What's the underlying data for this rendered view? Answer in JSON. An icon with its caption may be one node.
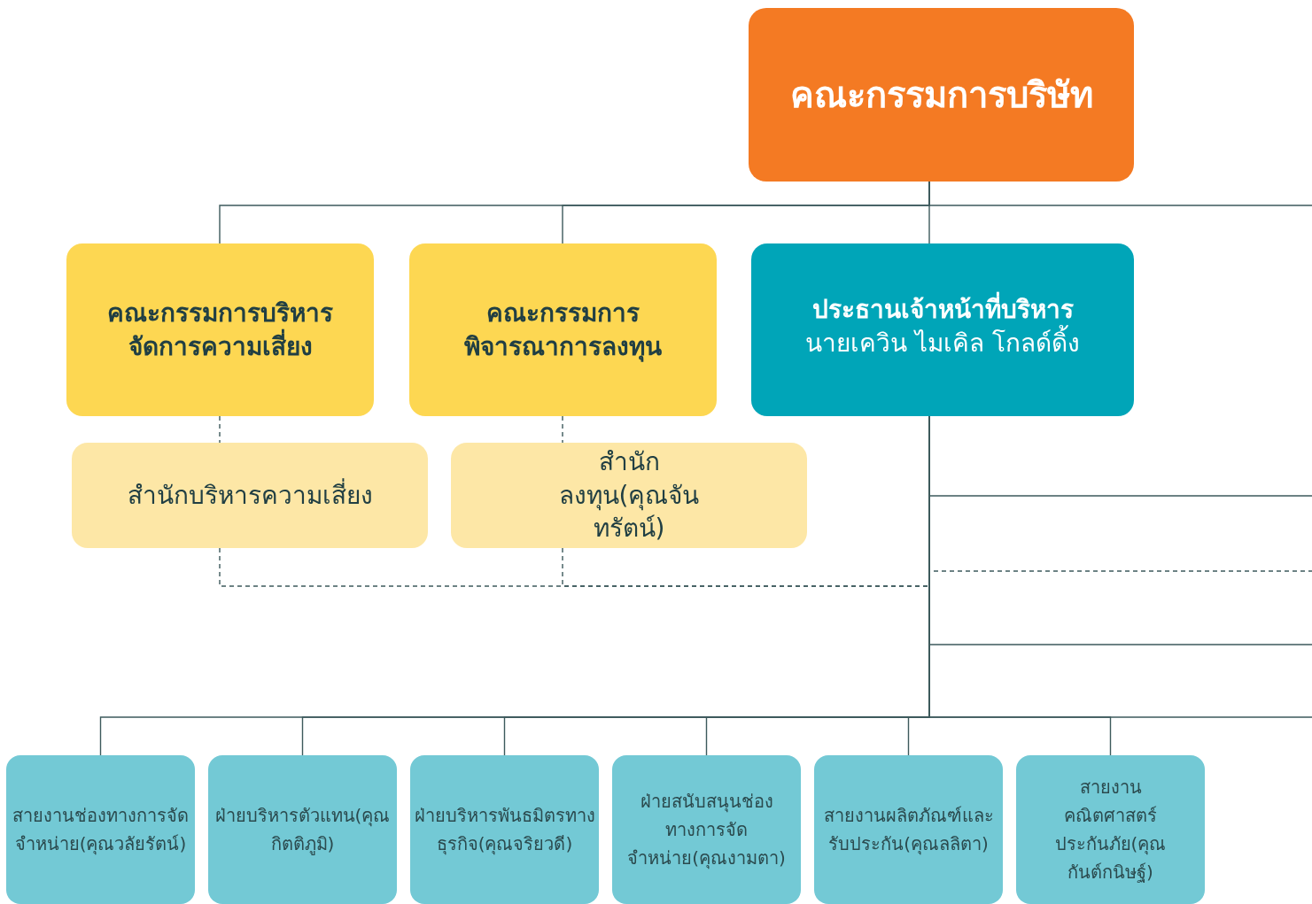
{
  "diagram": {
    "nodes": [
      {
        "text": [
          "คณะกรรมการบริษัท"
        ]
      },
      {
        "text": [
          "คณะกรรมการบริหารจัดการความเสี่ยง"
        ]
      },
      {
        "text": [
          "คณะกรรมการพิจารณาการลงทุน"
        ]
      },
      {
        "text": [
          "ประธานเจ้าหน้าที่บริหาร",
          "นายเควิน ไมเคิล โกลด์ดิ้ง"
        ]
      },
      {
        "text": [
          "สำนักบริหารความเสี่ยง"
        ]
      },
      {
        "text": [
          "สำนักลงทุน(คุณจันทรัตน์)"
        ]
      },
      {
        "text": [
          "สายงานช่องทางการจัดจำหน่าย(คุณวลัยรัตน์)"
        ]
      },
      {
        "text": [
          "ฝ่ายบริหารตัวแทน(คุณกิตติภูมิ)"
        ]
      },
      {
        "text": [
          "ฝ่ายบริหารพันธมิตรทางธุรกิจ(คุณจริยวดี)"
        ]
      },
      {
        "text": [
          "ฝ่ายสนับสนุนช่องทางการจัดจำหน่าย(คุณงามตา)"
        ]
      },
      {
        "text": [
          "สายงานผลิตภัณฑ์และรับประกัน(คุณลลิตา)"
        ]
      },
      {
        "text": [
          "สายงานคณิตศาสตร์ประกันภัย(คุณกันต์กนิษฐ์)"
        ]
      }
    ],
    "edges": [
      {
        "from": 0,
        "to": 1,
        "arrow": "none"
      },
      {
        "from": 0,
        "to": 2,
        "arrow": "none"
      },
      {
        "from": 0,
        "to": 3,
        "arrow": "none"
      },
      {
        "from": 0,
        "to": null,
        "arrow": "none"
      },
      {
        "from": 1,
        "to": 4,
        "arrow": "none",
        "style": "dashed"
      },
      {
        "from": 2,
        "to": 5,
        "arrow": "none",
        "style": "dashed"
      },
      {
        "from": 4,
        "to": 3,
        "arrow": "none",
        "style": "dashed"
      },
      {
        "from": 5,
        "to": 3,
        "arrow": "none",
        "style": "dashed"
      },
      {
        "from": 3,
        "to": null,
        "arrow": "none"
      },
      {
        "from": 3,
        "to": null,
        "arrow": "none",
        "style": "dashed"
      },
      {
        "from": 3,
        "to": null,
        "arrow": "none"
      },
      {
        "from": 3,
        "to": 6,
        "arrow": "none"
      },
      {
        "from": 3,
        "to": 7,
        "arrow": "none"
      },
      {
        "from": 3,
        "to": 8,
        "arrow": "none"
      },
      {
        "from": 3,
        "to": 9,
        "arrow": "none"
      },
      {
        "from": 3,
        "to": 10,
        "arrow": "none"
      },
      {
        "from": 3,
        "to": 11,
        "arrow": "none"
      },
      {
        "from": 3,
        "to": null,
        "arrow": "none"
      }
    ]
  }
}
